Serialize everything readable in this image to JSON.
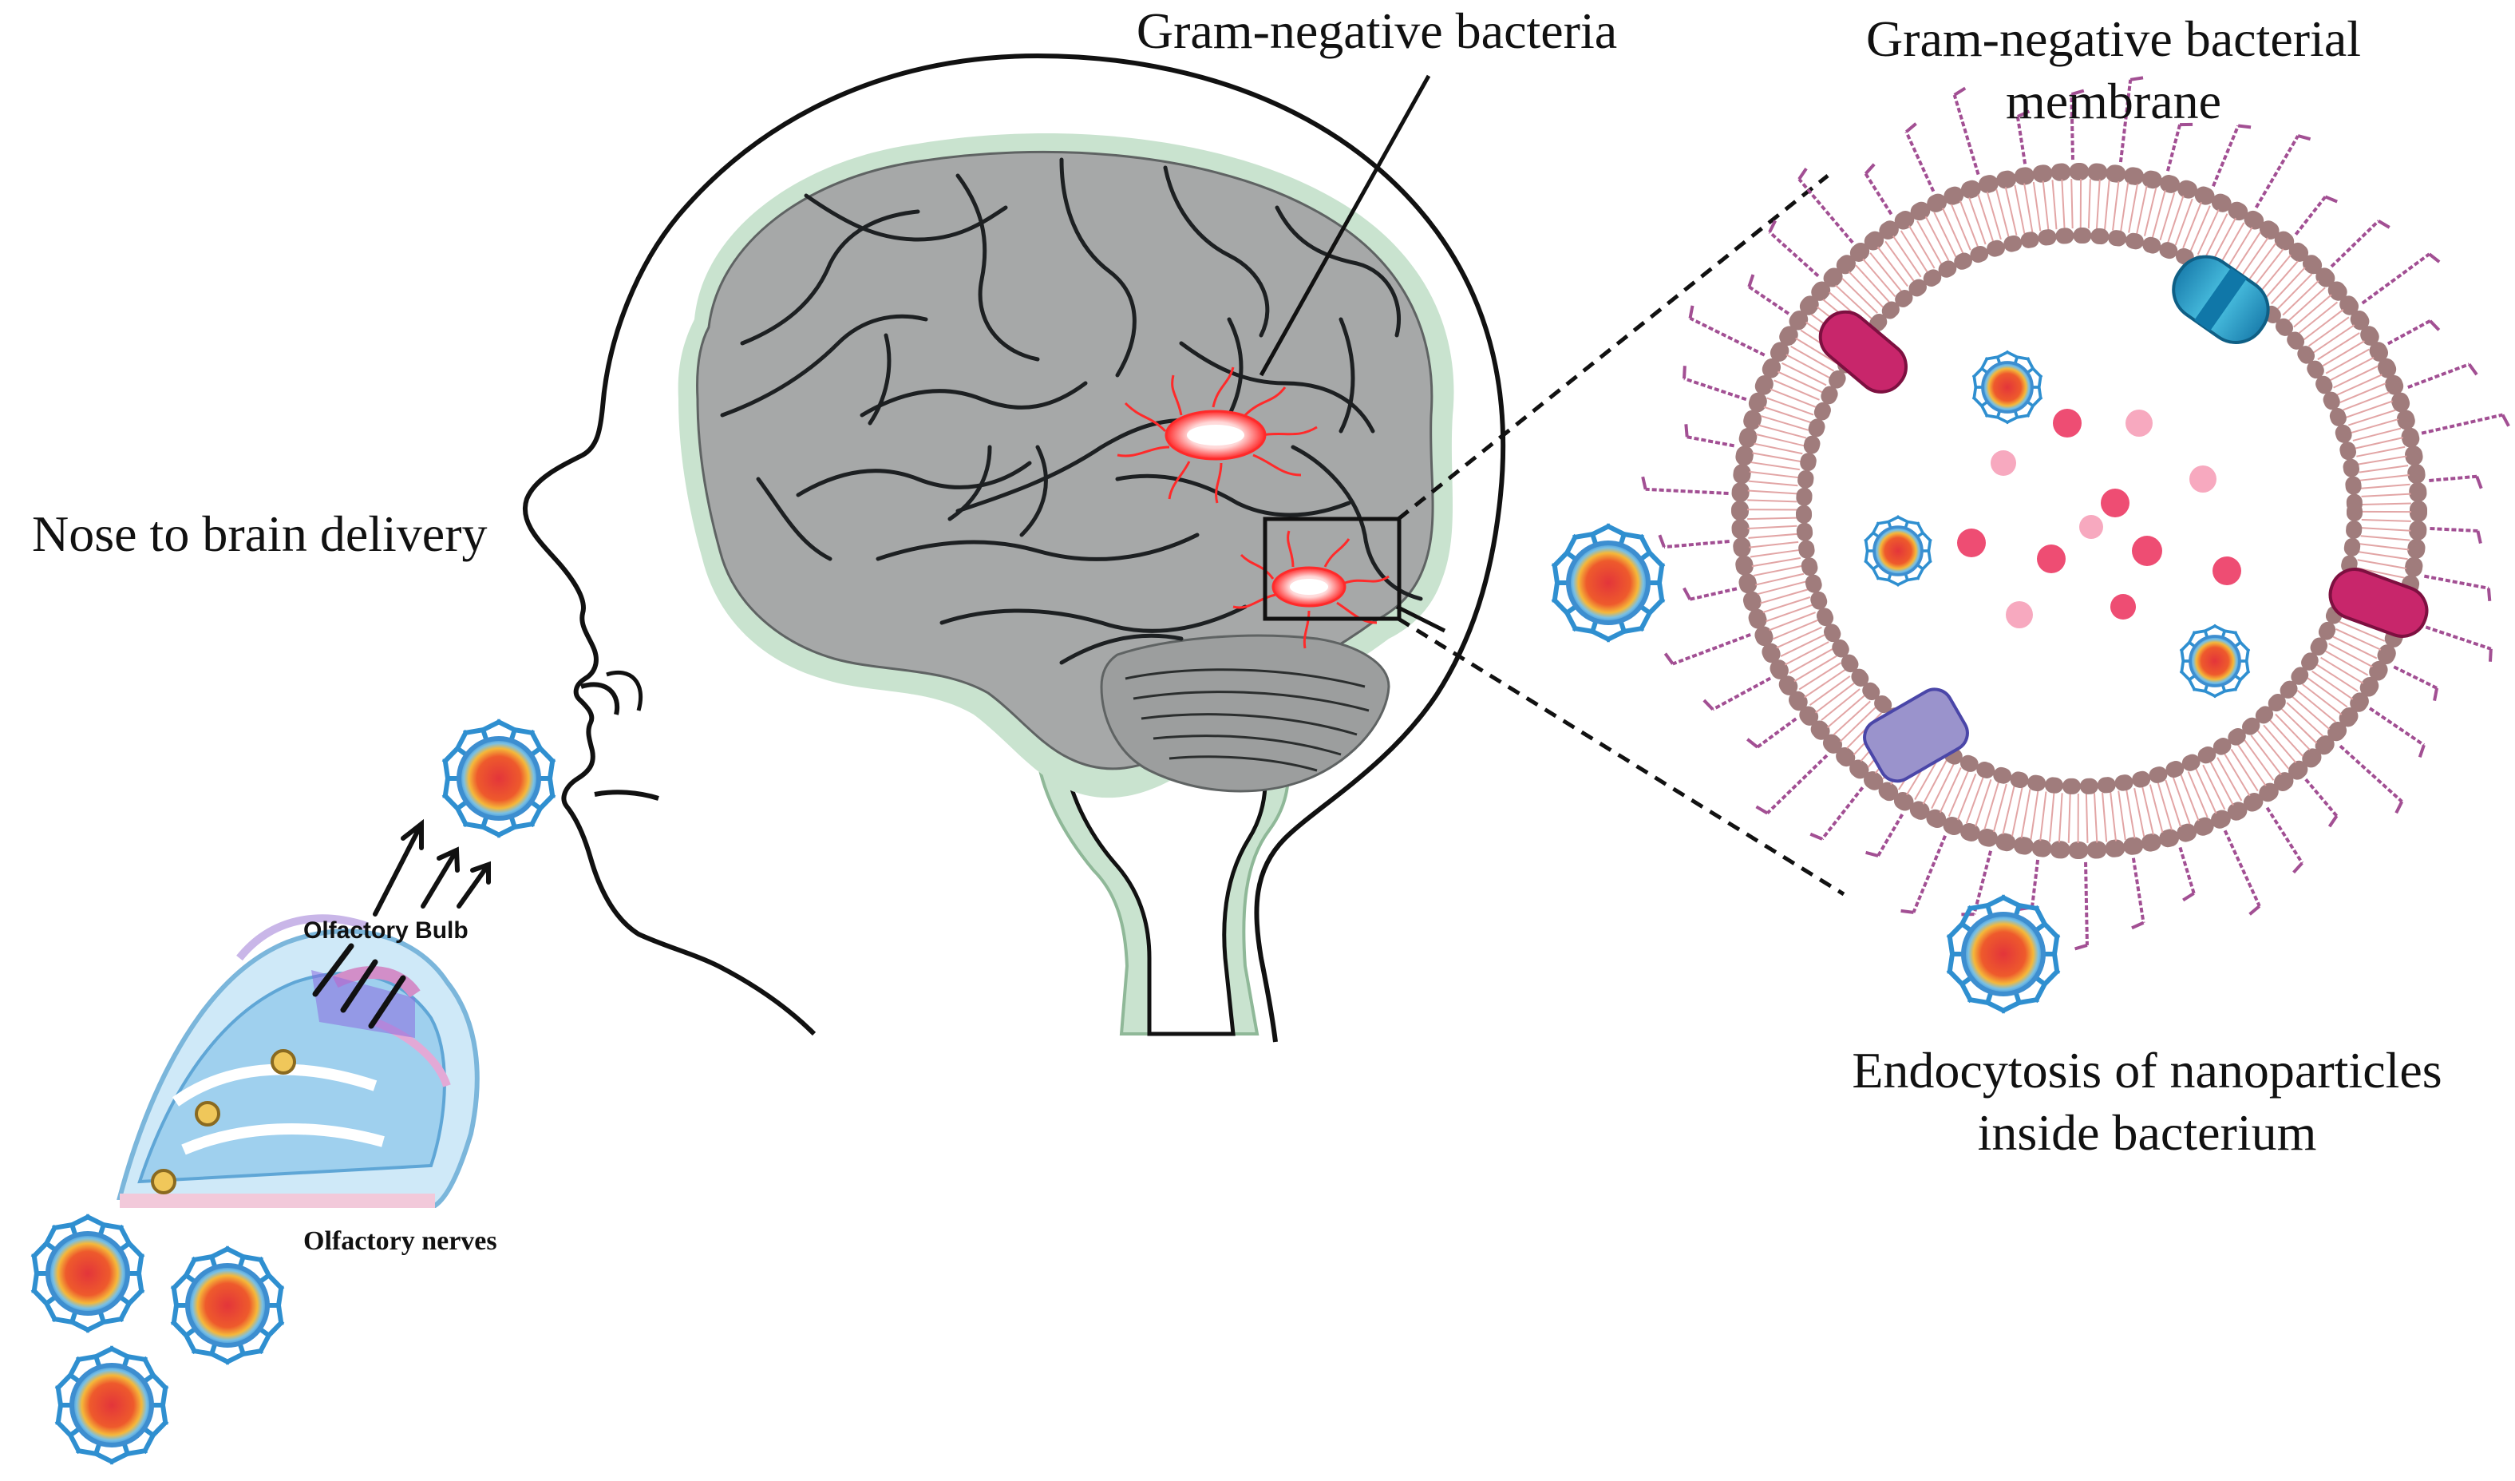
{
  "labels": {
    "nose_to_brain": "Nose to brain delivery",
    "gram_negative_bacteria": "Gram-negative bacteria",
    "membrane_line1": "Gram-negative bacterial",
    "membrane_line2": "membrane",
    "endocytosis_line1": "Endocytosis of nanoparticles",
    "endocytosis_line2": "inside bacterium",
    "olfactory_bulb": "Olfactory Bulb",
    "olfactory_nerves": "Olfactory nerves"
  },
  "colors": {
    "brain_fill": "#a6a8a8",
    "brain_halo": "#c9e3cf",
    "bacteria": "#ff2a2a",
    "nanoparticle_spikes": "#2f8fd0",
    "nanoparticle_core": "#e3353a",
    "nanoparticle_ring": "#f5b83a",
    "membrane_heads": "#a07c7c",
    "lps": "#a24f93",
    "porin_magenta": "#c8266b",
    "porin_blue": "#2aa6c9",
    "porin_lavender": "#9a93cc",
    "vesicle_dark": "#ee4d73",
    "vesicle_light": "#f7a9bf",
    "nasal_cavity": "#9fd0ee"
  }
}
